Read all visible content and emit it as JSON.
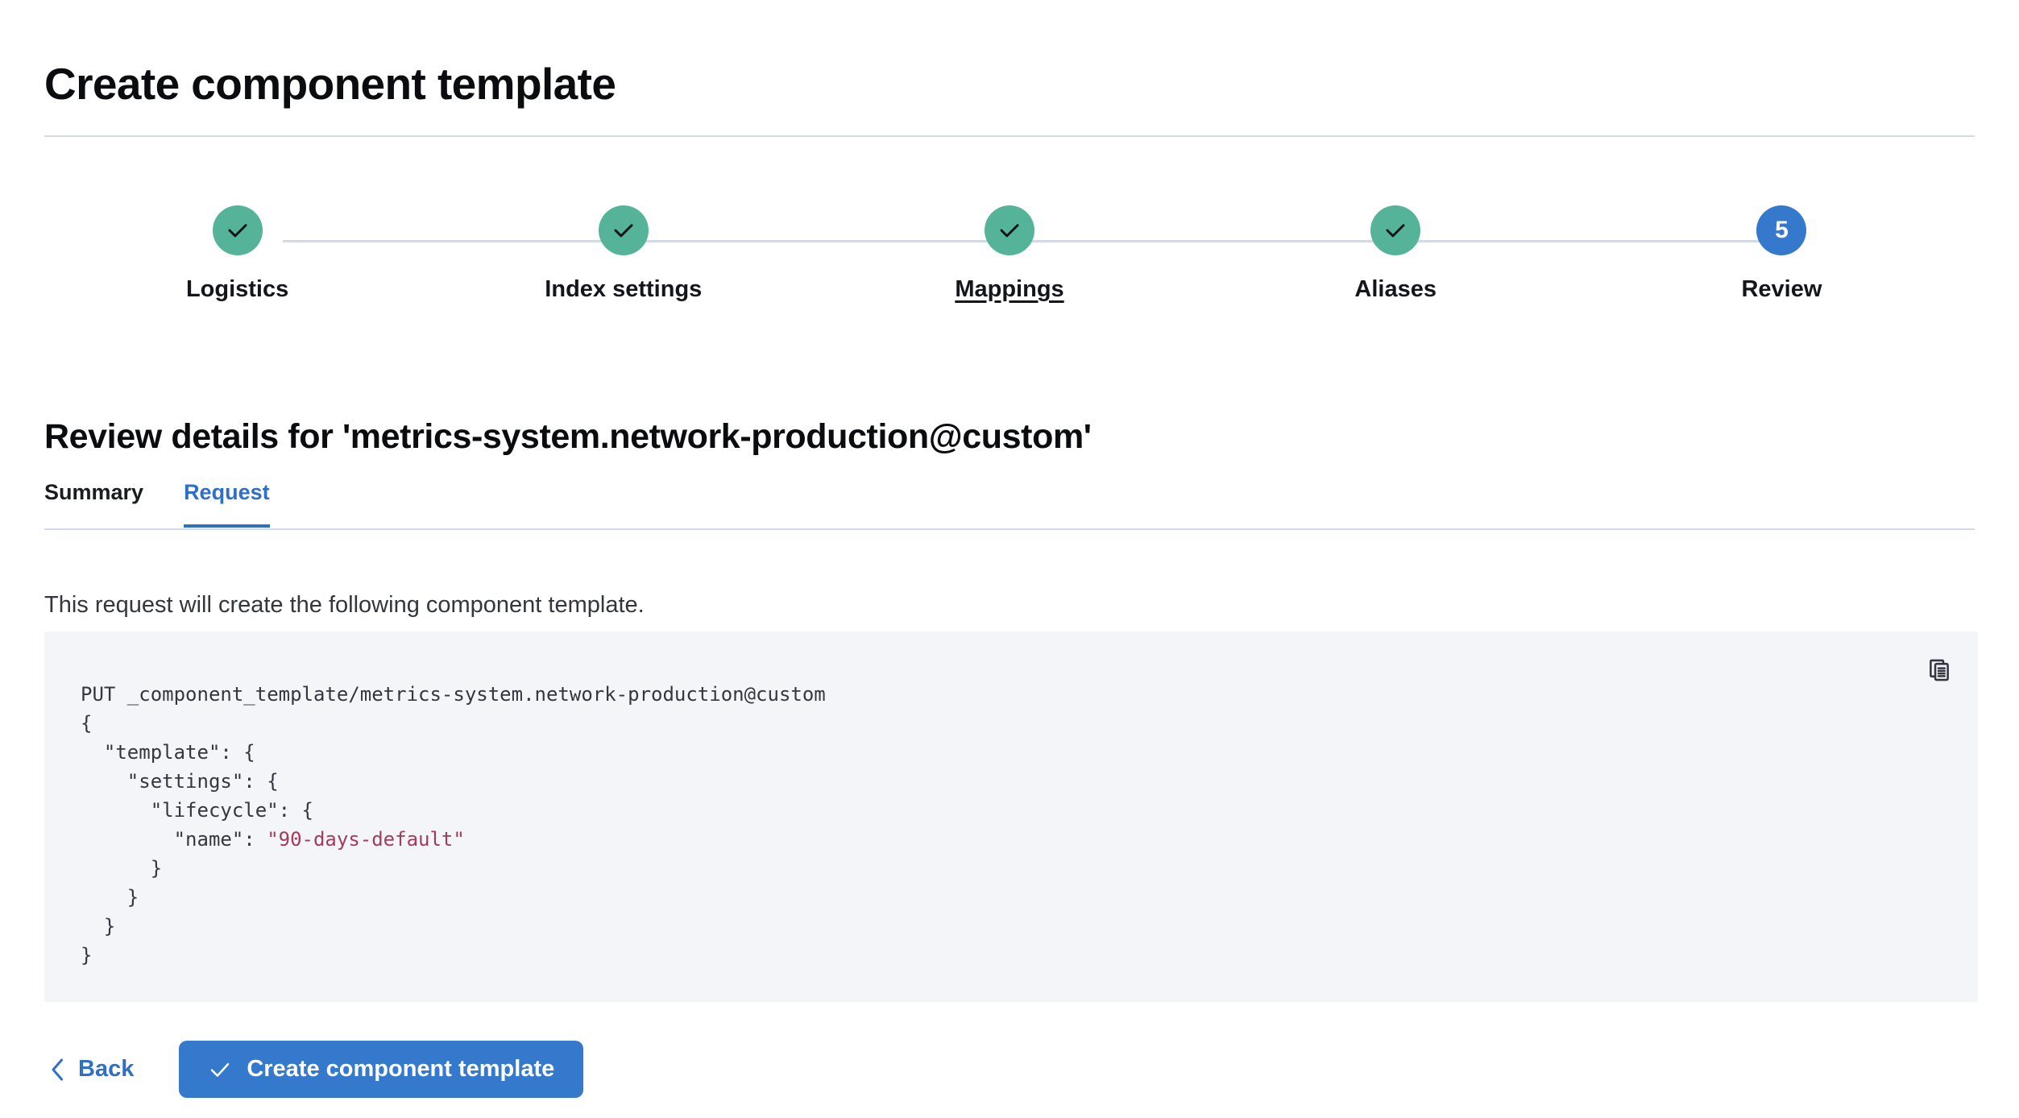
{
  "header": {
    "title": "Create component template"
  },
  "stepper": {
    "steps": [
      {
        "label": "Logistics",
        "state": "complete",
        "icon": "check-icon",
        "number": "1",
        "underlined": false
      },
      {
        "label": "Index settings",
        "state": "complete",
        "icon": "check-icon",
        "number": "2",
        "underlined": false
      },
      {
        "label": "Mappings",
        "state": "complete",
        "icon": "check-icon",
        "number": "3",
        "underlined": true
      },
      {
        "label": "Aliases",
        "state": "complete",
        "icon": "check-icon",
        "number": "4",
        "underlined": false
      },
      {
        "label": "Review",
        "state": "current",
        "icon": "",
        "number": "5",
        "underlined": false
      }
    ],
    "complete_color": "#54b399",
    "current_color": "#3579cc",
    "track_color": "#d3dae6"
  },
  "review": {
    "heading": "Review details for 'metrics-system.network-production@custom'",
    "tabs": [
      {
        "label": "Summary",
        "active": false
      },
      {
        "label": "Request",
        "active": true
      }
    ],
    "description": "This request will create the following component template.",
    "accent_color": "#2f6fc4"
  },
  "request": {
    "copy_icon": "copy-clipboard-icon",
    "method_line": "PUT _component_template/metrics-system.network-production@custom",
    "lines": [
      {
        "text": "{"
      },
      {
        "text": "  \"template\": {"
      },
      {
        "text": "    \"settings\": {"
      },
      {
        "text": "      \"lifecycle\": {"
      },
      {
        "prefix": "        \"name\": ",
        "string": "\"90-days-default\""
      },
      {
        "text": "      }"
      },
      {
        "text": "    }"
      },
      {
        "text": "  }"
      },
      {
        "text": "}"
      }
    ],
    "string_color": "#a33b5b",
    "background_color": "#f4f5f9"
  },
  "footer": {
    "back_label": "Back",
    "back_icon": "chevron-left-icon",
    "submit_label": "Create component template",
    "submit_icon": "check-icon",
    "submit_color": "#3579cc"
  }
}
